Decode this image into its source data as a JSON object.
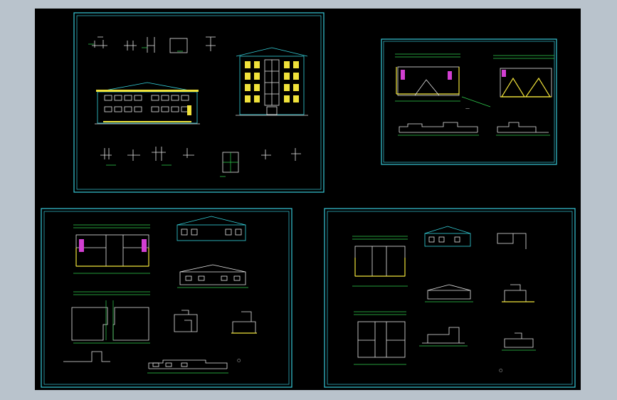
{
  "viewer": {
    "background": "#000000",
    "frame_color": "#b9c3cc"
  },
  "colors": {
    "border": "#37c8d7",
    "yellow": "#f0e23a",
    "magenta": "#d23fd2",
    "green": "#2fcf4e",
    "white": "#e6e6e6"
  },
  "sheets": [
    {
      "name": "sheet-elevations"
    },
    {
      "name": "sheet-plan-small"
    },
    {
      "name": "sheet-plan-left"
    },
    {
      "name": "sheet-plan-right"
    }
  ]
}
